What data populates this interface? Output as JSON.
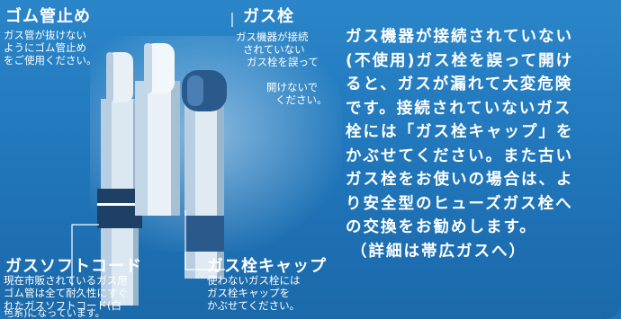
{
  "labels": {
    "gom": {
      "title": "ゴム管止め",
      "lines": [
        "ガス管が抜けない",
        "ようにゴム管止め",
        "をご使用ください。"
      ]
    },
    "gasu": {
      "title": "ガス栓",
      "lines": [
        "ガス機器が接続",
        "されていない",
        "ガス栓を誤って",
        "開けないで",
        "ください。"
      ]
    },
    "soft": {
      "title": "ガスソフトコード",
      "lines": [
        "現在市販されているガス用",
        "ゴム管は全て耐久性にすぐ",
        "れたガスソフトコード(白",
        "色系)になっています。"
      ]
    },
    "cap": {
      "title": "ガス栓キャップ",
      "lines": [
        "使わないガス栓には",
        "ガス栓キャップを",
        "かぶせてください。"
      ]
    }
  },
  "body_lines": [
    "ガス機器が接続されていない",
    "(不使用)ガス栓を誤って開け",
    "ると、ガスが漏れて大変危険",
    "です。接続されていないガス",
    "栓には「ガス栓キャップ」を",
    "かぶせてください。また古い",
    "ガス栓をお使いの場合は、よ",
    "り安全型のヒューズガス栓へ",
    "の交換をお勧めします。",
    "（詳細は帯広ガスへ）"
  ]
}
